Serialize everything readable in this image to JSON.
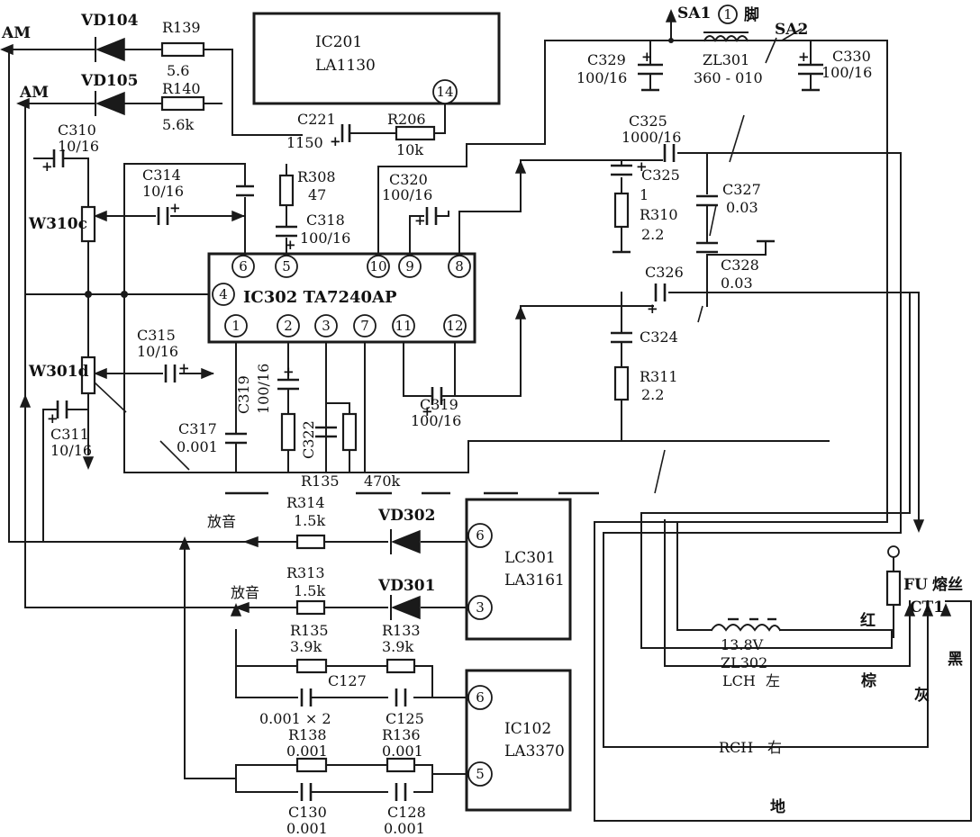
{
  "ics": {
    "ic201": {
      "ref": "IC201",
      "part": "LA1130",
      "pin14": "14"
    },
    "ic302": {
      "title": "IC302 TA7240AP",
      "pins": {
        "p1": "1",
        "p2": "2",
        "p3": "3",
        "p4": "4",
        "p5": "5",
        "p6": "6",
        "p7": "7",
        "p8": "8",
        "p9": "9",
        "p10": "10",
        "p11": "11",
        "p12": "12"
      }
    },
    "lc301": {
      "ref": "LC301",
      "part": "LA3161",
      "pin6": "6",
      "pin3": "3"
    },
    "ic102": {
      "ref": "IC102",
      "part": "LA3370",
      "pin6": "6",
      "pin5": "5"
    }
  },
  "labels": {
    "am1": "AM",
    "am2": "AM",
    "play1": "放音",
    "play2": "放音",
    "sa1": "SA1",
    "sa1_pin": "1",
    "jiao": "脚",
    "sa2": "SA2",
    "fu": "FU",
    "fuse": "熔丝",
    "ct1": "CT1",
    "red": "红",
    "brown": "棕",
    "gray": "灰",
    "black": "黑",
    "ground": "地",
    "rch": "RCH",
    "right": "右",
    "lch": "LCH",
    "left": "左"
  },
  "parts": {
    "vd104": "VD104",
    "vd105": "VD105",
    "r139": "R139",
    "r139_val": "5.6",
    "r140": "R140",
    "r140_val": "5.6k",
    "c221": "C221",
    "c221_val": "1150",
    "r206": "R206",
    "r206_val": "10k",
    "c310": "C310",
    "c310_val": "10/16",
    "c314": "C314",
    "c314_val": "10/16",
    "r308": "R308",
    "r308_val": "47",
    "c318": "C318",
    "c318_val": "100/16",
    "c320": "C320",
    "c320_val": "100/16",
    "w310c": "W310c",
    "w301d": "W301d",
    "c315": "C315",
    "c315_val": "10/16",
    "c319a": "C319",
    "c319a_val": "100/16",
    "c322": "C322",
    "c311": "C311",
    "c311_val": "10/16",
    "c317": "C317",
    "c317_val": "0.001",
    "c319b": "C319",
    "c319b_val": "100/16",
    "r135a": "R135",
    "r135a_val": "470k",
    "c329": "C329",
    "c329_val": "100/16",
    "zl301": "ZL301",
    "zl301_val": "360 - 010",
    "c330": "C330",
    "c330_val": "100/16",
    "c325a": "C325",
    "c325a_val": "1000/16",
    "c325b": "C325",
    "c325b_val": "1",
    "r310": "R310",
    "r310_val": "2.2",
    "c327": "C327",
    "c327_val": "0.03",
    "c326": "C326",
    "c328": "C328",
    "c328_val": "0.03",
    "c324": "C324",
    "r311": "R311",
    "r311_val": "2.2",
    "r314": "R314",
    "r314_val": "1.5k",
    "vd302": "VD302",
    "r313": "R313",
    "r313_val": "1.5k",
    "vd301": "VD301",
    "r135b": "R135",
    "r135b_val": "3.9k",
    "r133": "R133",
    "r133_val": "3.9k",
    "c127": "C127",
    "c127_val": "0.001 × 2",
    "c125": "C125",
    "r138": "R138",
    "r138_val": "0.001",
    "r136": "R136",
    "r136_val": "0.001",
    "c130": "C130",
    "c130_val": "0.001",
    "c128": "C128",
    "c128_val": "0.001",
    "zl302_v": "13.8V",
    "zl302": "ZL302"
  }
}
